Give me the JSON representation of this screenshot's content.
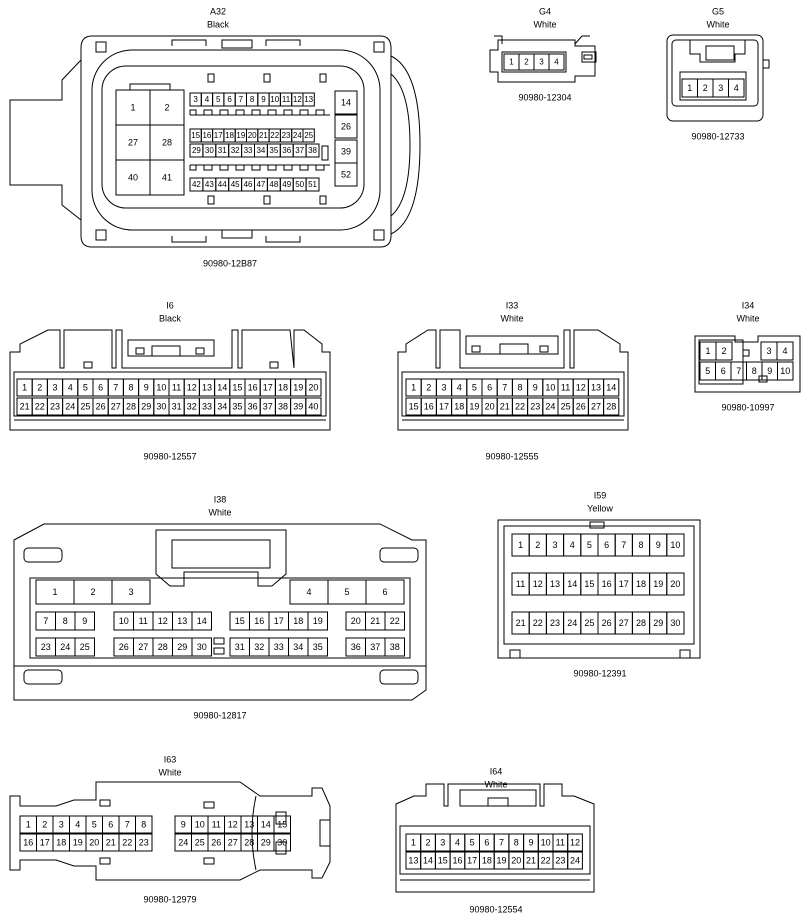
{
  "connectors": [
    {
      "id": "A32",
      "color": "Black",
      "part": "90980-12B87",
      "pins": [
        "1",
        "2",
        "27",
        "28",
        "40",
        "41",
        "3",
        "4",
        "5",
        "6",
        "7",
        "8",
        "9",
        "10",
        "11",
        "12",
        "13",
        "14",
        "15",
        "16",
        "17",
        "18",
        "19",
        "20",
        "21",
        "22",
        "23",
        "24",
        "25",
        "26",
        "29",
        "30",
        "31",
        "32",
        "33",
        "34",
        "35",
        "36",
        "37",
        "38",
        "39",
        "42",
        "43",
        "44",
        "45",
        "46",
        "47",
        "48",
        "49",
        "50",
        "51",
        "52"
      ]
    },
    {
      "id": "G4",
      "color": "White",
      "part": "90980-12304",
      "pins": [
        "1",
        "2",
        "3",
        "4"
      ]
    },
    {
      "id": "G5",
      "color": "White",
      "part": "90980-12733",
      "pins": [
        "1",
        "2",
        "3",
        "4"
      ]
    },
    {
      "id": "I6",
      "color": "Black",
      "part": "90980-12557",
      "pins": [
        "1",
        "2",
        "3",
        "4",
        "5",
        "6",
        "7",
        "8",
        "9",
        "10",
        "11",
        "12",
        "13",
        "14",
        "15",
        "16",
        "17",
        "18",
        "19",
        "20",
        "21",
        "22",
        "23",
        "24",
        "25",
        "26",
        "27",
        "28",
        "29",
        "30",
        "31",
        "32",
        "33",
        "34",
        "35",
        "36",
        "37",
        "38",
        "39",
        "40"
      ]
    },
    {
      "id": "I33",
      "color": "White",
      "part": "90980-12555",
      "pins": [
        "1",
        "2",
        "3",
        "4",
        "5",
        "6",
        "7",
        "8",
        "9",
        "10",
        "11",
        "12",
        "13",
        "14",
        "15",
        "16",
        "17",
        "18",
        "19",
        "20",
        "21",
        "22",
        "23",
        "24",
        "25",
        "26",
        "27",
        "28"
      ]
    },
    {
      "id": "I34",
      "color": "White",
      "part": "90980-10997",
      "pins": [
        "1",
        "2",
        "3",
        "4",
        "5",
        "6",
        "7",
        "8",
        "9",
        "10"
      ]
    },
    {
      "id": "I38",
      "color": "White",
      "part": "90980-12817",
      "pins": [
        "1",
        "2",
        "3",
        "4",
        "5",
        "6",
        "7",
        "8",
        "9",
        "10",
        "11",
        "12",
        "13",
        "14",
        "15",
        "16",
        "17",
        "18",
        "19",
        "20",
        "21",
        "22",
        "23",
        "24",
        "25",
        "26",
        "27",
        "28",
        "29",
        "30",
        "31",
        "32",
        "33",
        "34",
        "35",
        "36",
        "37",
        "38"
      ]
    },
    {
      "id": "I59",
      "color": "Yellow",
      "part": "90980-12391",
      "pins": [
        "1",
        "2",
        "3",
        "4",
        "5",
        "6",
        "7",
        "8",
        "9",
        "10",
        "11",
        "12",
        "13",
        "14",
        "15",
        "16",
        "17",
        "18",
        "19",
        "20",
        "21",
        "22",
        "23",
        "24",
        "25",
        "26",
        "27",
        "28",
        "29",
        "30"
      ]
    },
    {
      "id": "I63",
      "color": "White",
      "part": "90980-12979",
      "pins": [
        "1",
        "2",
        "3",
        "4",
        "5",
        "6",
        "7",
        "8",
        "9",
        "10",
        "11",
        "12",
        "13",
        "14",
        "15",
        "16",
        "17",
        "18",
        "19",
        "20",
        "21",
        "22",
        "23",
        "24",
        "25",
        "26",
        "27",
        "28",
        "29",
        "30"
      ]
    },
    {
      "id": "I64",
      "color": "White",
      "part": "90980-12554",
      "pins": [
        "1",
        "2",
        "3",
        "4",
        "5",
        "6",
        "7",
        "8",
        "9",
        "10",
        "11",
        "12",
        "13",
        "14",
        "15",
        "16",
        "17",
        "18",
        "19",
        "20",
        "21",
        "22",
        "23",
        "24"
      ]
    }
  ]
}
